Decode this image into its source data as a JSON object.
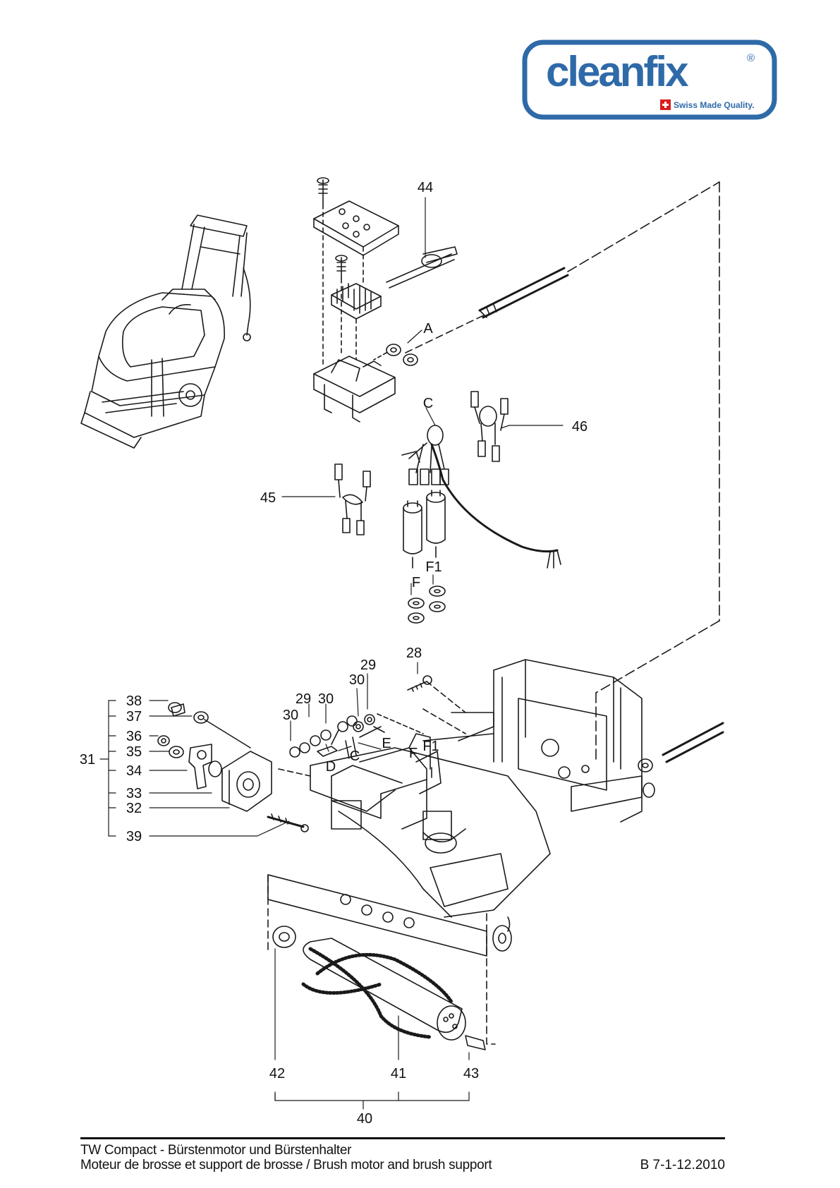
{
  "logo": {
    "name": "cleanfix",
    "registered": "®",
    "tagline": "Swiss Made Quality.",
    "color": "#2f6aa8"
  },
  "callouts": {
    "c44": "44",
    "cA": "A",
    "cC_top": "C",
    "c46": "46",
    "c45": "45",
    "cF": "F",
    "cF1": "F1",
    "c28": "28",
    "c29a": "29",
    "c30a": "30",
    "c29b": "29",
    "c30b": "30",
    "c30c": "30",
    "cE": "E",
    "cC_mid": "C",
    "cD": "D",
    "cF_mid": "F",
    "cF1_mid": "F1",
    "c38": "38",
    "c37": "37",
    "c36": "36",
    "c35": "35",
    "c31": "31",
    "c34": "34",
    "c33": "33",
    "c32": "32",
    "c39": "39",
    "c42": "42",
    "c41": "41",
    "c43": "43",
    "c40": "40"
  },
  "footer": {
    "line1": "TW Compact - Bürstenmotor und Bürstenhalter",
    "line2": "Moteur de brosse et support de brosse / Brush motor and brush support",
    "reference": "B 7-1-12.2010"
  }
}
